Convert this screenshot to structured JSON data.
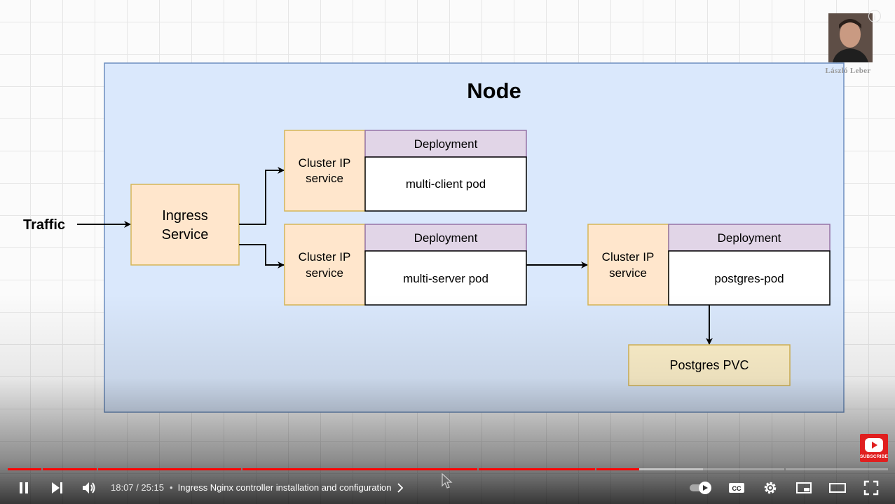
{
  "diagram": {
    "node_title": "Node",
    "traffic_label": "Traffic",
    "ingress": {
      "line1": "Ingress",
      "line2": "Service"
    },
    "groups": [
      {
        "service_line1": "Cluster IP",
        "service_line2": "service",
        "deployment_label": "Deployment",
        "pod_label": "multi-client pod"
      },
      {
        "service_line1": "Cluster IP",
        "service_line2": "service",
        "deployment_label": "Deployment",
        "pod_label": "multi-server pod"
      },
      {
        "service_line1": "Cluster IP",
        "service_line2": "service",
        "deployment_label": "Deployment",
        "pod_label": "postgres-pod"
      }
    ],
    "pvc_label": "Postgres PVC"
  },
  "overlay": {
    "creator_signature": "László Leber",
    "info_glyph": "i",
    "subscribe_label": "SUBSCRIBE"
  },
  "player": {
    "current_time": "18:07",
    "duration": "25:15",
    "time_separator": " / ",
    "chapter_title": "Ingress Nginx controller installation and configuration",
    "played_fraction": 0.717,
    "buffered_fraction": 0.79,
    "colors": {
      "played": "#ff0000",
      "node_fill": "#dae8fc",
      "service_fill": "#ffe6cc",
      "deployment_fill": "#e1d5e7",
      "pvc_fill": "#fff2cc"
    }
  }
}
